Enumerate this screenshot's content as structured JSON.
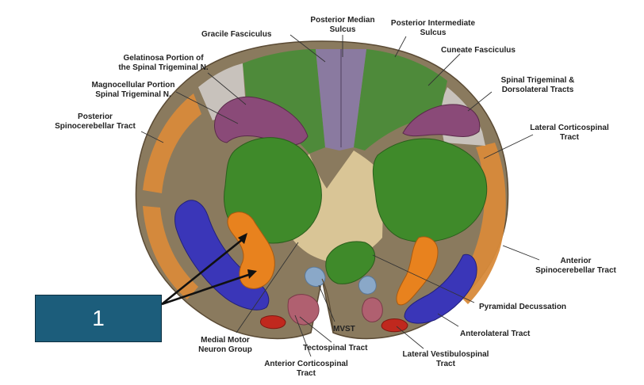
{
  "labels": {
    "gracile_fasciculus": "Gracile Fasciculus",
    "posterior_median_sulcus_1": "Posterior Median",
    "posterior_median_sulcus_2": "Sulcus",
    "posterior_intermediate_sulcus_1": "Posterior Intermediate",
    "posterior_intermediate_sulcus_2": "Sulcus",
    "cuneate_fasciculus": "Cuneate Fasciculus",
    "gelatinosa_1": "Gelatinosa Portion of",
    "gelatinosa_2": "the Spinal Trigeminal N.",
    "magnocellular_1": "Magnocellular Portion",
    "magnocellular_2": "Spinal Trigeminal N.",
    "spinal_trigeminal_1": "Spinal Trigeminal &",
    "spinal_trigeminal_2": "Dorsolateral Tracts",
    "posterior_spinocerebellar_1": "Posterior",
    "posterior_spinocerebellar_2": "Spinocerebellar Tract",
    "lateral_corticospinal_1": "Lateral Corticospinal",
    "lateral_corticospinal_2": "Tract",
    "anterior_spinocerebellar_1": "Anterior",
    "anterior_spinocerebellar_2": "Spinocerebellar Tract",
    "pyramidal_decussation": "Pyramidal Decussation",
    "anterolateral_tract": "Anterolateral Tract",
    "medial_motor_1": "Medial Motor",
    "medial_motor_2": "Neuron Group",
    "mvst": "MVST",
    "tectospinal_tract": "Tectospinal Tract",
    "anterior_corticospinal_1": "Anterior Corticospinal",
    "anterior_corticospinal_2": "Tract",
    "lateral_vestibulospinal_1": "Lateral Vestibulospinal",
    "lateral_vestibulospinal_2": "Tract"
  },
  "callout": {
    "number": "1"
  },
  "colors": {
    "white_matter": "#8a7a5e",
    "gracile_cuneate": "#4e8a3a",
    "posterior_median": "#8a7aa0",
    "gelatinosa": "#8a4a78",
    "trigeminal_dorsolateral": "#c8c2bc",
    "spinocerebellar": "#d88a3a",
    "gray_matter": "#3f8a2a",
    "central_gray": "#d9c596",
    "anterolateral": "#3a36b8",
    "motor_neurons": "#e8821e",
    "anterior_corticospinal": "#b06070",
    "tectospinal": "#8aa8c8",
    "vestibulospinal": "#c0281e",
    "callout_box": "#1c5d7b"
  }
}
